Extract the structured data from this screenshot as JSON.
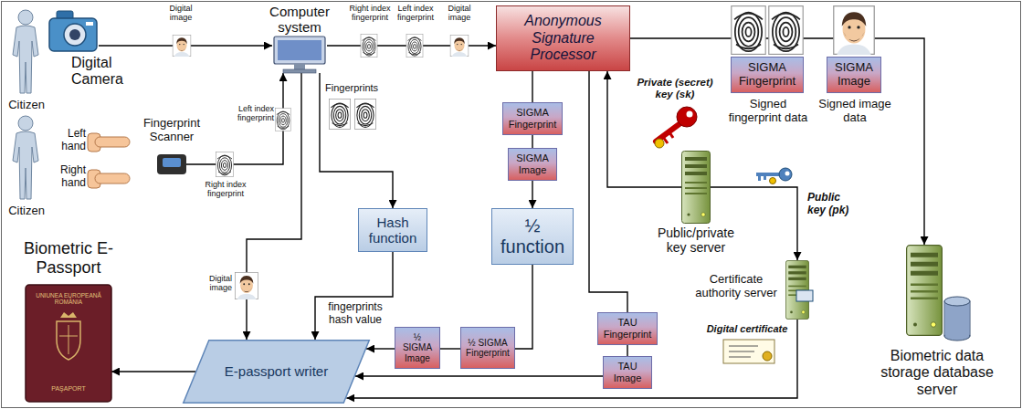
{
  "diagram": {
    "nodes": [
      {
        "text": [
          "Digital Camera"
        ]
      },
      {
        "text": [
          "Computer system"
        ]
      },
      {
        "text": [
          "Anonymous Signature Processor"
        ]
      },
      {
        "text": [
          "SIGMA Fingerprint",
          "Signed fingerprint data"
        ]
      },
      {
        "text": [
          "SIGMA Image",
          "Signed image data"
        ]
      },
      {
        "text": [
          "Fingerprint Scanner"
        ]
      },
      {
        "text": [
          "SIGMA Fingerprint"
        ]
      },
      {
        "text": [
          "SIGMA Image"
        ]
      },
      {
        "text": [
          "Public/private key server"
        ]
      },
      {
        "text": [
          "Hash function"
        ]
      },
      {
        "text": [
          "½ function"
        ]
      },
      {
        "text": [
          "Biometric E-Passport",
          "UNIUNEA EUROPEANĂ ROMÂNIA",
          "PAŞAPORT"
        ]
      },
      {
        "text": [
          "Certificate authority server"
        ]
      },
      {
        "text": [
          "TAU Fingerprint"
        ]
      },
      {
        "text": [
          "TAU Image"
        ]
      },
      {
        "text": [
          "½ SIGMA Fingerprint"
        ]
      },
      {
        "text": [
          "½ SIGMA Image"
        ]
      },
      {
        "text": [
          "E-passport writer"
        ]
      },
      {
        "text": [
          "Biometric data storage database server"
        ]
      }
    ],
    "edges": [
      {
        "from": 0,
        "to": 1,
        "arrow": "to"
      },
      {
        "from": 5,
        "to": 1,
        "arrow": "to"
      },
      {
        "from": 1,
        "to": 2,
        "arrow": "to"
      },
      {
        "from": 1,
        "to": 9,
        "arrow": "to"
      },
      {
        "from": 1,
        "to": 17,
        "arrow": "to"
      },
      {
        "from": 9,
        "to": 17,
        "arrow": "to"
      },
      {
        "from": 2,
        "to": 6,
        "arrow": "none"
      },
      {
        "from": 6,
        "to": 7,
        "arrow": "none"
      },
      {
        "from": 7,
        "to": 10,
        "arrow": "to"
      },
      {
        "from": 10,
        "to": 15,
        "arrow": "none"
      },
      {
        "from": 15,
        "to": 16,
        "arrow": "none"
      },
      {
        "from": 16,
        "to": 17,
        "arrow": "to"
      },
      {
        "from": 2,
        "to": 13,
        "arrow": "none"
      },
      {
        "from": 13,
        "to": 14,
        "arrow": "none"
      },
      {
        "from": 14,
        "to": 17,
        "arrow": "to"
      },
      {
        "from": 2,
        "to": 18,
        "arrow": "to"
      },
      {
        "from": 8,
        "to": 2,
        "arrow": "to"
      },
      {
        "from": 8,
        "to": 12,
        "arrow": "to"
      },
      {
        "from": 12,
        "to": 17,
        "arrow": "to"
      },
      {
        "from": 17,
        "to": 11,
        "arrow": "to"
      }
    ],
    "labels": [
      "Citizen",
      "Citizen",
      "Digital image",
      "Right index fingerprint",
      "Left index fingerprint",
      "Digital image",
      "Left hand",
      "Right hand",
      "Left index fingerprint",
      "Right index fingerprint",
      "Fingerprints",
      "Digital image",
      "fingerprints hash value",
      "Private (secret) key (sk)",
      "Public key (pk)",
      "Digital certificate"
    ]
  }
}
